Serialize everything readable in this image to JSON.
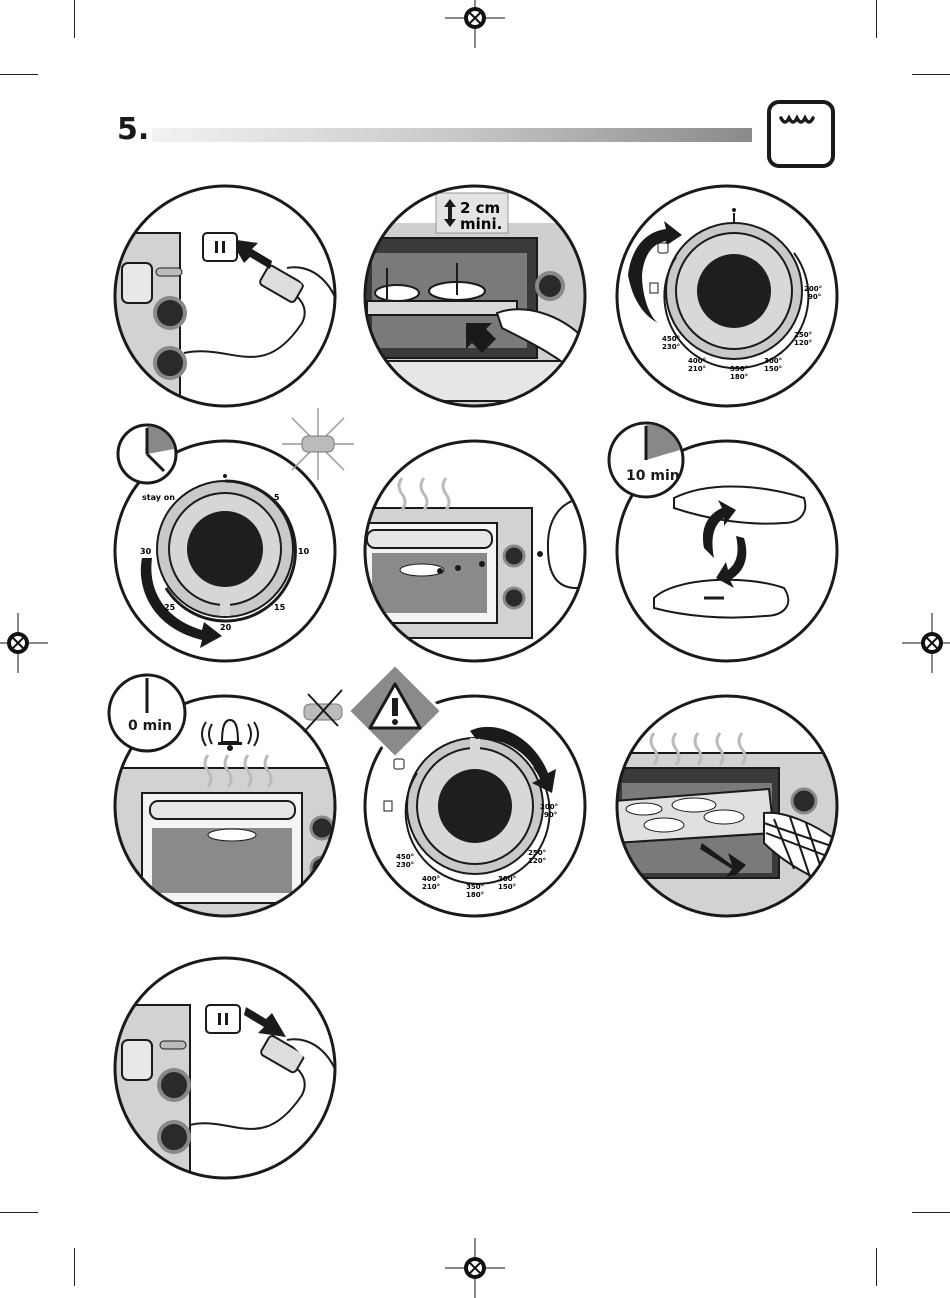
{
  "section": {
    "number": "5."
  },
  "oven_icon": "oven-heat-icon",
  "clearance": {
    "value": "2 cm",
    "sub": "mini."
  },
  "temp_dial_top": {
    "labels": [
      "200°",
      "90°",
      "250°",
      "120°",
      "300°",
      "150°",
      "350°",
      "180°",
      "400°",
      "210°",
      "450°",
      "230°"
    ]
  },
  "timer_dial": {
    "labels": [
      "stay on",
      "5",
      "10",
      "15",
      "20",
      "25",
      "30"
    ]
  },
  "flip": {
    "time": "10 min"
  },
  "end": {
    "time": "0 min"
  },
  "temp_dial_bottom": {
    "labels": [
      "200°",
      "90°",
      "250°",
      "120°",
      "300°",
      "150°",
      "350°",
      "180°",
      "400°",
      "210°",
      "450°",
      "230°"
    ]
  },
  "colors": {
    "ink": "#1a1a1a",
    "grey": "#b9b9b9",
    "light": "#e4e4e4",
    "dark": "#2a2a2a"
  }
}
